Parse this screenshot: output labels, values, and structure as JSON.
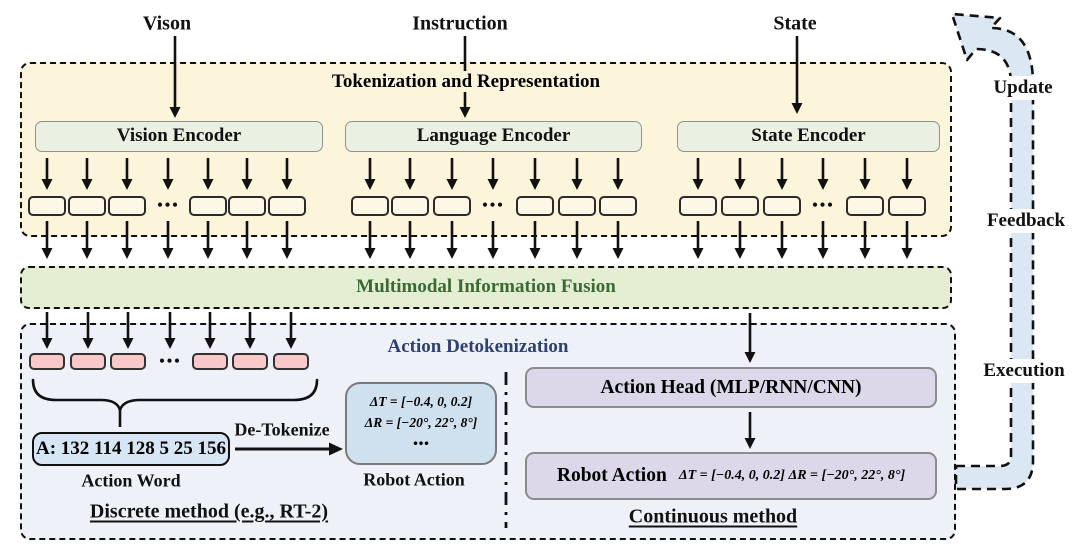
{
  "ellipsis": "...",
  "inputs": {
    "vision": "Vison",
    "instruction": "Instruction",
    "state": "State"
  },
  "tokenization": {
    "title": "Tokenization and Representation",
    "encoders": [
      {
        "label": "Vision Encoder"
      },
      {
        "label": "Language Encoder"
      },
      {
        "label": "State Encoder"
      }
    ]
  },
  "fusion": {
    "title": "Multimodal Information Fusion",
    "title_color": "#3a6b33"
  },
  "detokenization": {
    "title": "Action Detokenization",
    "title_color": "#2e4172",
    "discrete": {
      "action_word_value": "A: 132 114 128 5 25 156",
      "action_word_label": "Action Word",
      "detokenize_label": "De-Tokenize",
      "robot_action_lines": [
        "ΔT = [−0.4, 0, 0.2]",
        "ΔR = [−20°, 22°, 8°]",
        "..."
      ],
      "robot_action_label": "Robot Action",
      "method_label": "Discrete method (e.g., RT-2)"
    },
    "continuous": {
      "action_head_label": "Action Head (MLP/RNN/CNN)",
      "robot_action_label": "Robot Action",
      "robot_action_values": "ΔT = [−0.4, 0, 0.2]  ΔR = [−20°, 22°, 8°]",
      "method_label": "Continuous method"
    }
  },
  "loop": {
    "update": "Update",
    "feedback": "Feedback",
    "execution": "Execution"
  },
  "colors": {
    "tokenization_bg": "#fdf4dc",
    "fusion_bg": "#e3eed2",
    "detokenization_bg": "#eef2f8",
    "encoder_bg": "#eaf1e3",
    "token_bg": "#fdf8e6",
    "pink_token_bg": "#f9c9c9",
    "loop_band": "#dbe7f3",
    "action_box_bg": "#dcd8ea",
    "word_box_bg": "#d7e6f4",
    "robot_box_bg": "#cfe0ee"
  }
}
